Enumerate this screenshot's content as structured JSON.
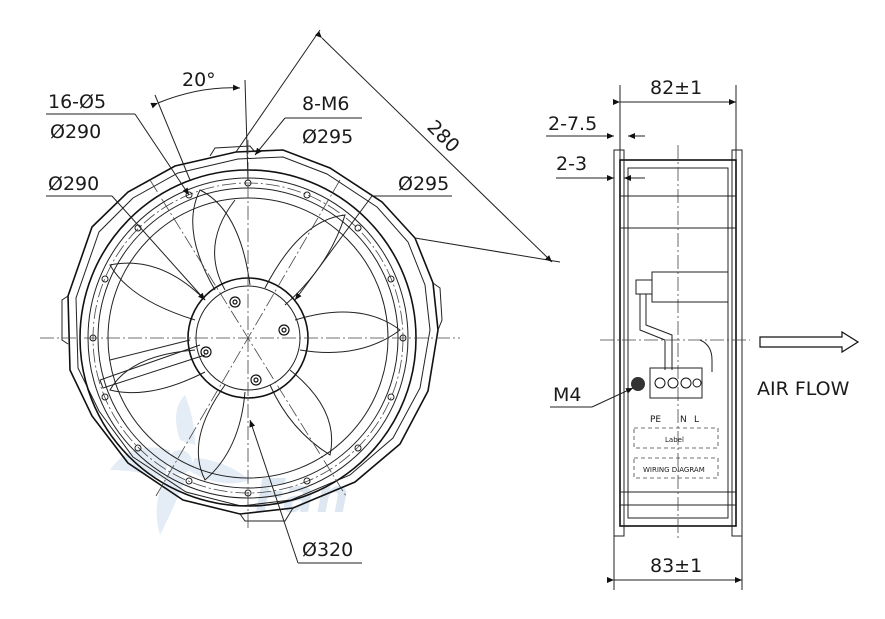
{
  "front_view": {
    "angle_label": "20°",
    "hole_count_label": "16-Ø5",
    "hole_circle_label": "Ø290",
    "mount_thread_label": "8-M6",
    "mount_circle_label": "Ø295",
    "left_diameter_label": "Ø290",
    "right_diameter_label": "Ø295",
    "diagonal_label": "280",
    "outer_diameter_label": "Ø320"
  },
  "side_view": {
    "top_width_label": "82±1",
    "flange_a_label": "2-7.5",
    "flange_b_label": "2-3",
    "bottom_width_label": "83±1",
    "screw_label": "M4",
    "terminal_labels": [
      "PE",
      "N",
      "L"
    ],
    "label_plate_text": "Label",
    "wiring_plate_text": "WIRING DIAGRAM"
  },
  "airflow_label": "AIR FLOW",
  "watermark_text": "Fan"
}
